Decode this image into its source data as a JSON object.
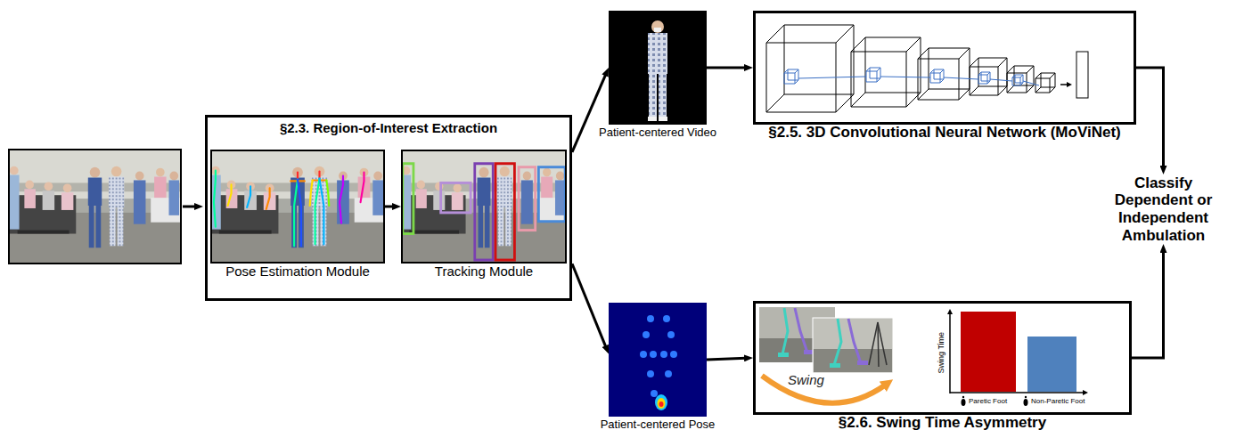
{
  "diagram": {
    "nodes": [
      {
        "text": [
          "§2.3. Region-of-Interest Extraction"
        ]
      },
      {
        "text": [
          "Pose Estimation Module"
        ],
        "in": 0
      },
      {
        "text": [
          "Tracking Module"
        ],
        "in": 0
      },
      {
        "text": [
          "Patient-centered Video"
        ]
      },
      {
        "text": [
          "§2.5. 3D Convolutional Neural Network (MoViNet)"
        ]
      },
      {
        "text": [
          "Classify Dependent or Independent Ambulation"
        ]
      },
      {
        "text": [
          "Patient-centered Pose"
        ]
      },
      {
        "text": [
          "§2.6. Swing Time Asymmetry"
        ]
      }
    ],
    "edges": [
      {
        "from": 1,
        "to": 2,
        "arrow": "to"
      },
      {
        "from": 0,
        "to": 3,
        "arrow": "to"
      },
      {
        "from": 3,
        "to": 4,
        "arrow": "to"
      },
      {
        "from": 4,
        "to": 5,
        "arrow": "to"
      },
      {
        "from": 0,
        "to": 6,
        "arrow": "to"
      },
      {
        "from": 6,
        "to": 7,
        "arrow": "to"
      },
      {
        "from": 7,
        "to": 5,
        "arrow": "to"
      }
    ],
    "labels": [
      "Swing",
      "Swing Time",
      "Paretic Foot",
      "Non-Paretic Foot"
    ]
  }
}
